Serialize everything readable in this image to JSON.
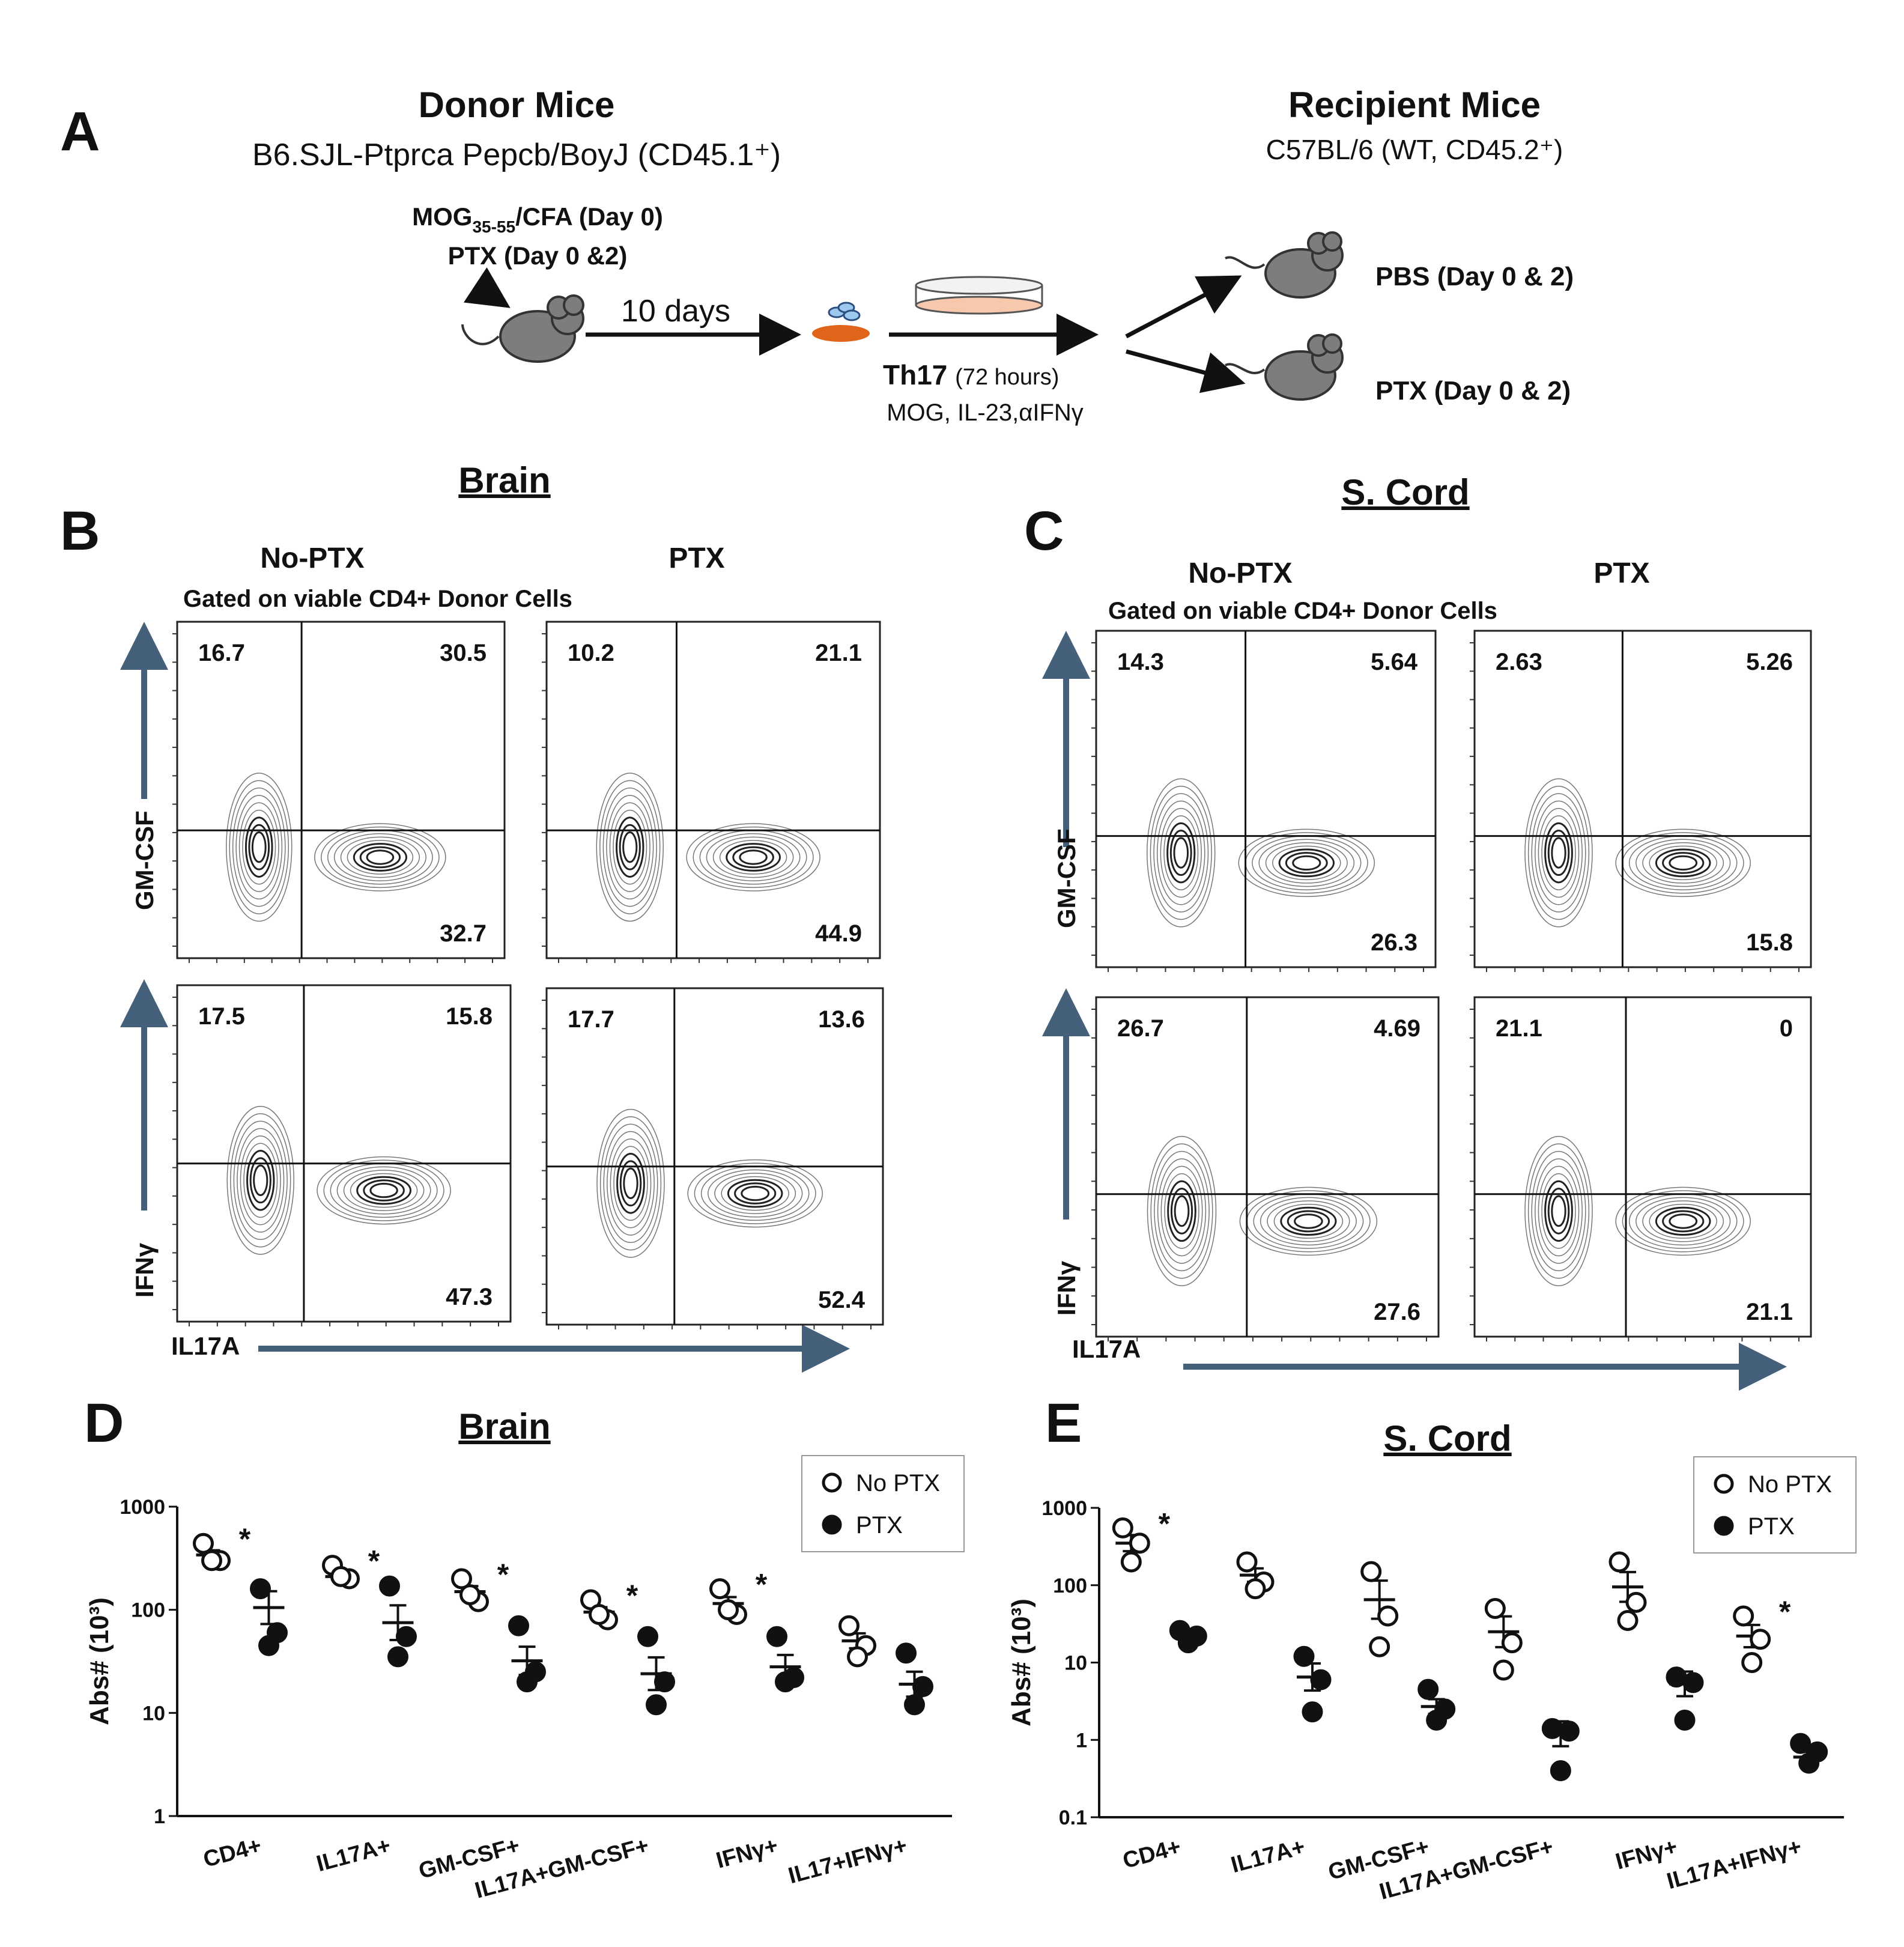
{
  "panel_letters": {
    "a": "A",
    "b": "B",
    "c": "C",
    "d": "D",
    "e": "E"
  },
  "schema": {
    "donor_title": "Donor Mice",
    "donor_strain": "B6.SJL-Ptprca Pepcb/BoyJ (CD45.1⁺)",
    "immunization_prefix": "MOG",
    "immunization_sub": "35-55",
    "immunization_suffix": "/CFA (Day 0)",
    "ptx_label": "PTX (Day 0 &2)",
    "days_label": "10 days",
    "th17_label": "Th17",
    "th17_hours": "(72 hours)",
    "th17_cocktail": "MOG, IL-23,αIFNγ",
    "recipient_title": "Recipient Mice",
    "recipient_strain": "C57BL/6 (WT, CD45.2⁺)",
    "recipient_pbs": "PBS (Day 0 & 2)",
    "recipient_ptx": "PTX  (Day 0 & 2)"
  },
  "flow": {
    "brain_title": "Brain",
    "cord_title": "S. Cord",
    "col_noptx": "No-PTX",
    "col_ptx": "PTX",
    "gate_label": "Gated on viable CD4+ Donor Cells",
    "y_gmcsf": "GM-CSF",
    "y_ifng": "IFNγ",
    "x_il17a": "IL17A",
    "brain": {
      "noptx_gm": [
        "16.7",
        "30.5",
        "32.7"
      ],
      "ptx_gm": [
        "10.2",
        "21.1",
        "44.9"
      ],
      "noptx_ifn": [
        "17.5",
        "15.8",
        "47.3"
      ],
      "ptx_ifn": [
        "17.7",
        "13.6",
        "52.4"
      ]
    },
    "cord": {
      "noptx_gm": [
        "14.3",
        "5.64",
        "26.3"
      ],
      "ptx_gm": [
        "2.63",
        "5.26",
        "15.8"
      ],
      "noptx_ifn": [
        "26.7",
        "4.69",
        "27.6"
      ],
      "ptx_ifn": [
        "21.1",
        "0",
        "21.1"
      ]
    }
  },
  "chart_data": [
    {
      "type": "scatter",
      "title": "Brain",
      "ylabel": "Abs# (10³)",
      "yscale": "log",
      "ylim": [
        1,
        1000
      ],
      "yticks": [
        "1",
        "10",
        "100",
        "1000"
      ],
      "categories": [
        "CD4+",
        "IL17A+",
        "GM-CSF+",
        "IL17A+GM-CSF+",
        "IFNγ+",
        "IL17+IFNγ+"
      ],
      "legend": [
        "No PTX",
        "PTX"
      ],
      "legend_position": "top-right",
      "significance": [
        true,
        true,
        true,
        true,
        true,
        false
      ],
      "series": [
        {
          "name": "No PTX",
          "marker": "open-circle",
          "points": [
            [
              440,
              300,
              300
            ],
            [
              270,
              200,
              210
            ],
            [
              200,
              120,
              140
            ],
            [
              125,
              80,
              90
            ],
            [
              160,
              90,
              100
            ],
            [
              70,
              45,
              35
            ]
          ],
          "mean": [
            340,
            210,
            150,
            95,
            115,
            50
          ]
        },
        {
          "name": "PTX",
          "marker": "filled-circle",
          "points": [
            [
              160,
              60,
              45
            ],
            [
              170,
              55,
              35
            ],
            [
              70,
              25,
              20
            ],
            [
              55,
              20,
              12
            ],
            [
              55,
              22,
              20
            ],
            [
              38,
              18,
              12
            ]
          ],
          "mean": [
            105,
            75,
            32,
            24,
            28,
            19
          ]
        }
      ]
    },
    {
      "type": "scatter",
      "title": "S. Cord",
      "ylabel": "Abs# (10³)",
      "yscale": "log",
      "ylim": [
        0.1,
        1000
      ],
      "yticks": [
        "0.1",
        "1",
        "10",
        "100",
        "1000"
      ],
      "categories": [
        "CD4+",
        "IL17A+",
        "GM-CSF+",
        "IL17A+GM-CSF+",
        "IFNγ+",
        "IL17A+IFNγ+"
      ],
      "legend": [
        "No PTX",
        "PTX"
      ],
      "legend_position": "top-right",
      "significance": [
        true,
        false,
        false,
        false,
        false,
        true
      ],
      "series": [
        {
          "name": "No PTX",
          "marker": "open-circle",
          "points": [
            [
              550,
              350,
              200
            ],
            [
              200,
              110,
              90
            ],
            [
              150,
              40,
              16
            ],
            [
              50,
              18,
              8
            ],
            [
              200,
              60,
              35
            ],
            [
              40,
              20,
              10
            ]
          ],
          "mean": [
            350,
            135,
            65,
            25,
            95,
            22
          ]
        },
        {
          "name": "PTX",
          "marker": "filled-circle",
          "points": [
            [
              26,
              22,
              18
            ],
            [
              12,
              6,
              2.3
            ],
            [
              4.5,
              2.5,
              1.8
            ],
            [
              1.4,
              1.3,
              0.4
            ],
            [
              6.5,
              5.5,
              1.8
            ],
            [
              0.9,
              0.7,
              0.5
            ]
          ],
          "mean": [
            23,
            6.5,
            2.7,
            1.2,
            5.3,
            0.6
          ]
        }
      ]
    }
  ]
}
